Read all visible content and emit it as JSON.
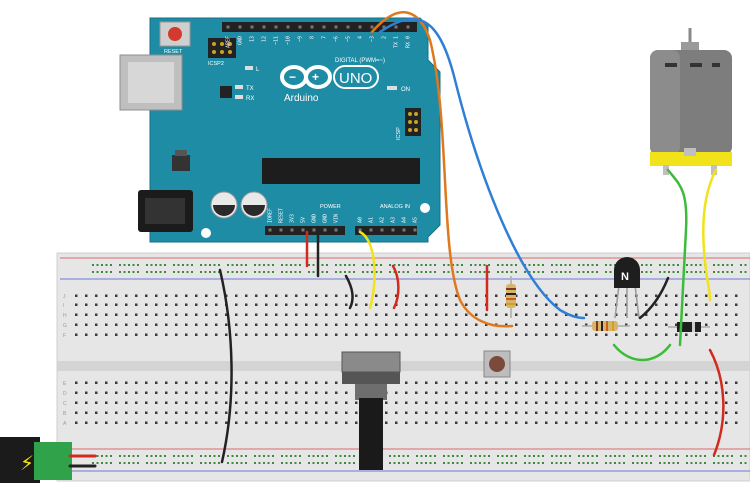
{
  "arduino": {
    "brand": "Arduino",
    "model": "UNO",
    "reset_label": "RESET",
    "icsp2_label": "ICSP2",
    "icsp_label": "ICSP",
    "digital_label": "DIGITAL (PWM=~)",
    "power_label": "POWER",
    "analog_label": "ANALOG IN",
    "on_label": "ON",
    "l_label": "L",
    "tx_label": "TX",
    "rx_label": "RX",
    "digital_pins": [
      "AREF",
      "GND",
      "13",
      "12",
      "~11",
      "~10",
      "~9",
      "8",
      "7",
      "~6",
      "~5",
      "4",
      "~3",
      "2",
      "TX 1",
      "RX 0"
    ],
    "power_pins": [
      "IOREF",
      "RESET",
      "3V3",
      "5V",
      "GND",
      "GND",
      "VIN"
    ],
    "analog_pins": [
      "A0",
      "A1",
      "A2",
      "A3",
      "A4",
      "A5"
    ]
  },
  "transistor": {
    "label": "N"
  },
  "breadboard": {
    "row_letters_top": [
      "J",
      "I",
      "H",
      "G",
      "F"
    ],
    "row_letters_bottom": [
      "E",
      "D",
      "C",
      "B",
      "A"
    ]
  },
  "power_jack": {
    "symbol": "⚡"
  },
  "colors": {
    "board": "#1f8ca6",
    "breadboard": "#e6e6e6",
    "wire_red": "#d22a1e",
    "wire_black": "#222222",
    "wire_yellow": "#f2e21a",
    "wire_green": "#3dbb3a",
    "wire_blue": "#2f7fd6",
    "wire_orange": "#e0781e"
  }
}
